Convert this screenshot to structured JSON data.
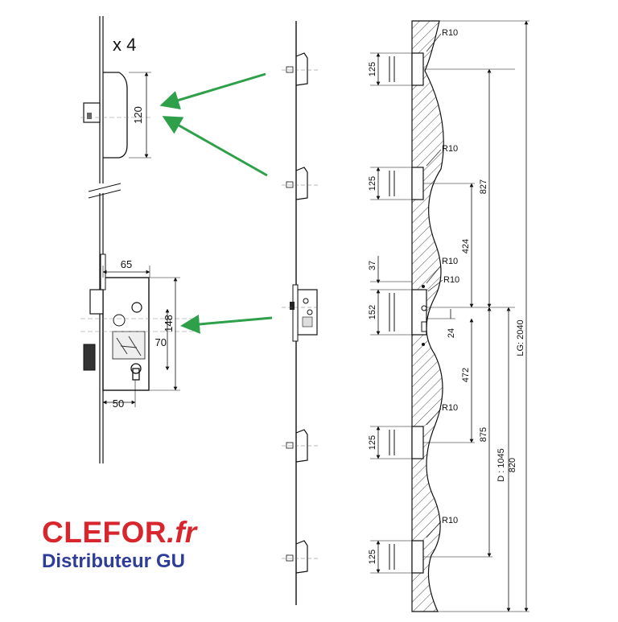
{
  "quantity_label": "x 4",
  "dims": {
    "hook_height": "120",
    "case_backset_top": "65",
    "case_height": "148",
    "cylinder_axis": "70",
    "backset_bottom": "50",
    "hook_size_1": "125",
    "hook_size_2": "125",
    "hook_size_3": "152",
    "hook_size_4": "125",
    "hook_size_5": "125",
    "radius_1": "R10",
    "radius_2": "R10",
    "radius_3": "R10",
    "radius_4": "R10",
    "radius_5": "R10",
    "radius_6": "R10",
    "offset_37": "37",
    "dist_424": "424",
    "dist_24": "24",
    "dist_472": "472",
    "dist_827": "827",
    "dist_875": "875",
    "dist_d1045": "D : 1045",
    "dist_820": "820",
    "total_length": "LG: 2040"
  },
  "brand": {
    "name": "CLEFOR",
    "tld": ".fr",
    "subtitle": "Distributeur",
    "subtitle_brand": "GU"
  },
  "colors": {
    "arrow": "#2ea04a",
    "brand_red": "#d7262d",
    "brand_blue": "#2e3d99",
    "line": "#1a1a1a"
  }
}
